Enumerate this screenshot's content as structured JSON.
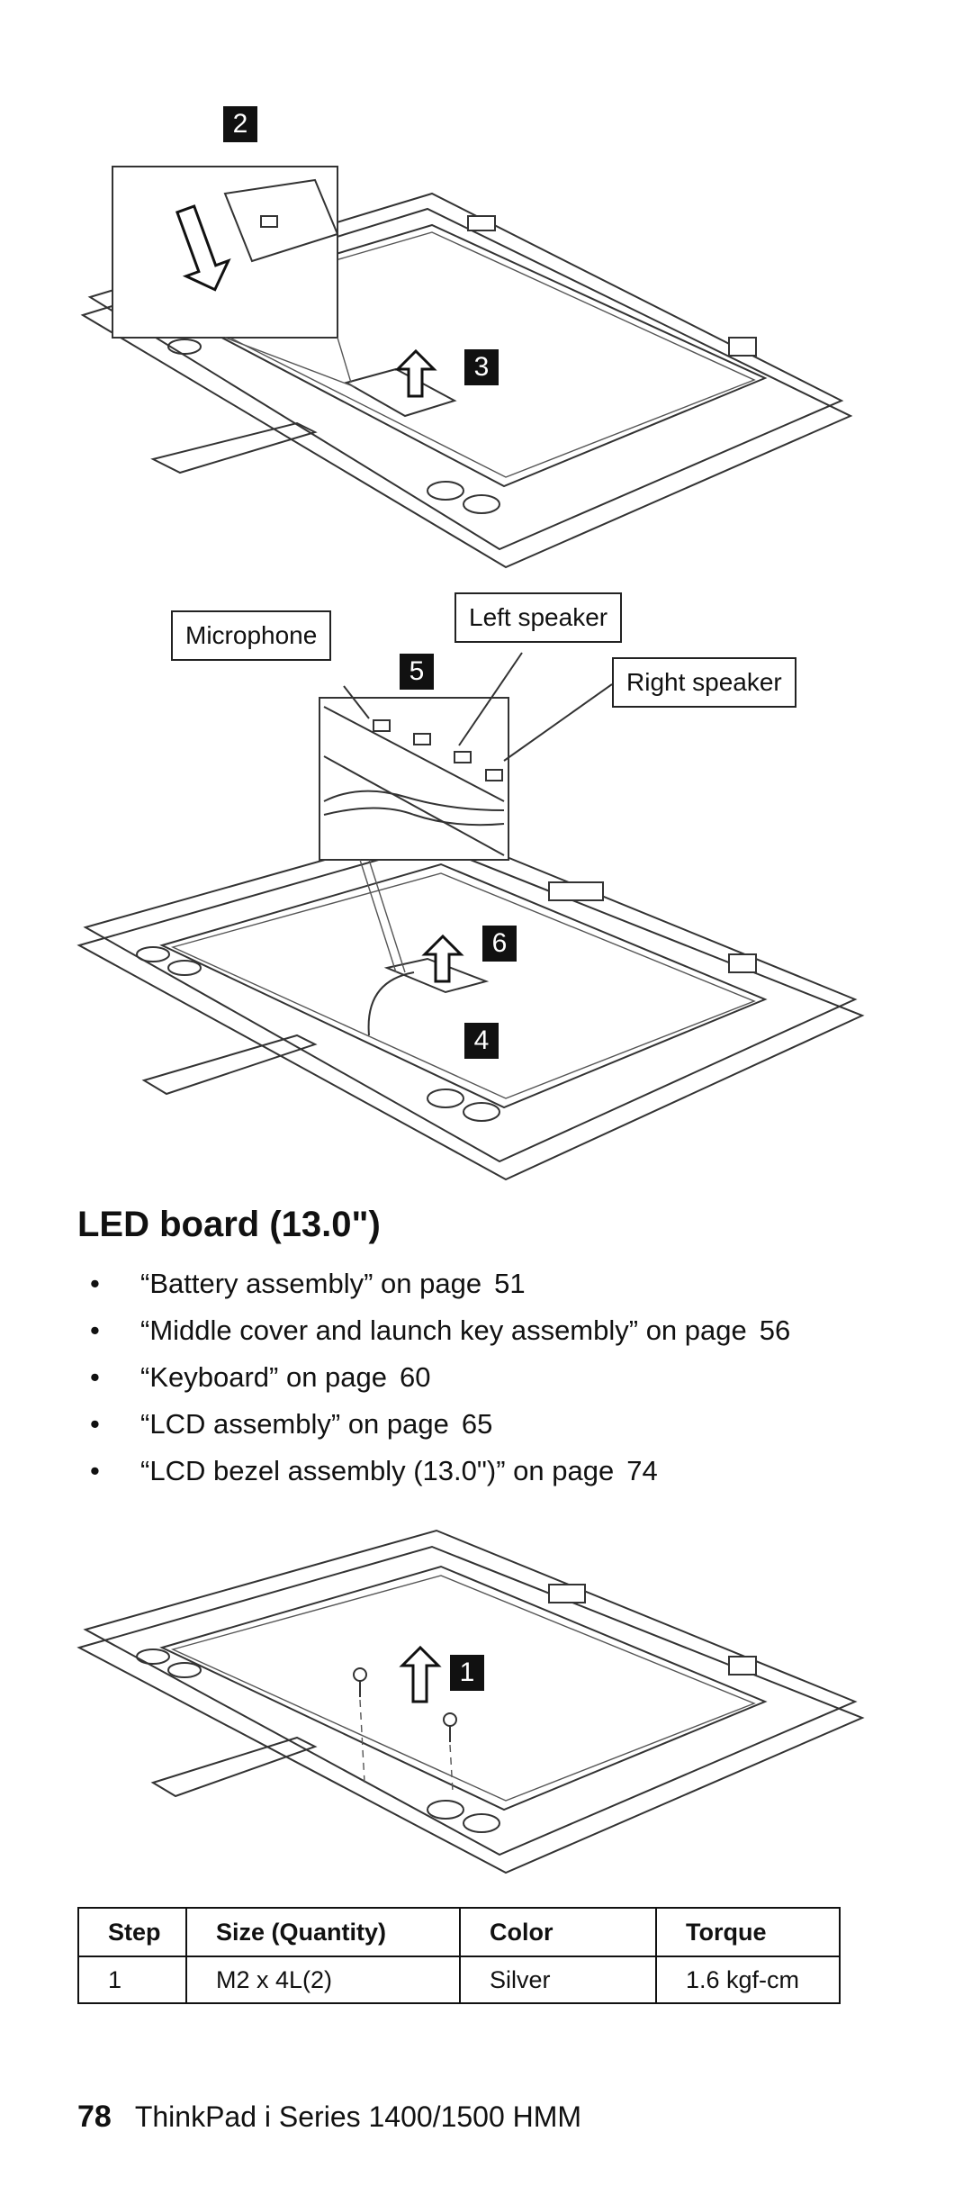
{
  "figure1": {
    "callouts": [
      "2",
      "3"
    ]
  },
  "figure2": {
    "callouts": [
      "5",
      "6",
      "4"
    ],
    "labels": {
      "microphone": "Microphone",
      "left_speaker": "Left speaker",
      "right_speaker": "Right speaker"
    }
  },
  "section": {
    "title": "LED board (13.0\")",
    "references": [
      {
        "text": "“Battery assembly” on page",
        "page": "51"
      },
      {
        "text": "“Middle cover and launch key assembly” on page",
        "page": "56"
      },
      {
        "text": "“Keyboard” on page",
        "page": "60"
      },
      {
        "text": "“LCD assembly” on page",
        "page": "65"
      },
      {
        "text": "“LCD bezel assembly (13.0\")” on page",
        "page": "74"
      }
    ]
  },
  "figure3": {
    "callouts": [
      "1"
    ]
  },
  "table": {
    "headers": [
      "Step",
      "Size (Quantity)",
      "Color",
      "Torque"
    ],
    "rows": [
      [
        "1",
        "M2 x 4L(2)",
        "Silver",
        "1.6 kgf-cm"
      ]
    ]
  },
  "footer": {
    "page_number": "78",
    "title": "ThinkPad i Series 1400/1500 HMM"
  }
}
